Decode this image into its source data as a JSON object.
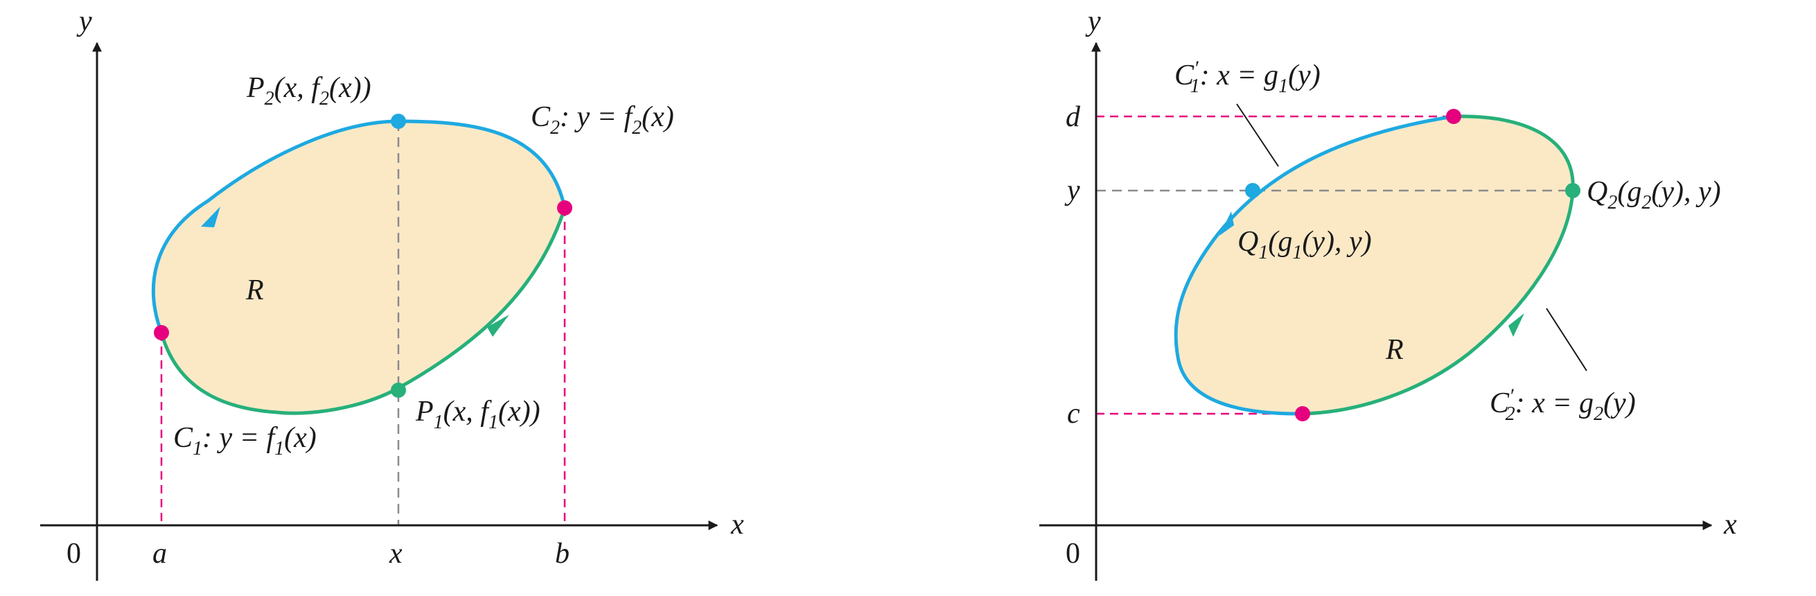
{
  "colors": {
    "region_fill": "#fbe9c6",
    "upper_curve": "#1ea9e1",
    "lower_curve": "#27b07a",
    "extreme_point": "#e6007e",
    "dashed_magenta": "#e6007e",
    "dashed_gray": "#8a8a8a",
    "axis": "#1a1a1a"
  },
  "left": {
    "axis_y": "y",
    "axis_x": "x",
    "origin": "0",
    "tick_a": "a",
    "tick_x": "x",
    "tick_b": "b",
    "region": "R",
    "p2": {
      "name": "P",
      "sub": "2",
      "args_pre": "(x, f",
      "args_sub": "2",
      "args_post": "(x))"
    },
    "p1": {
      "name": "P",
      "sub": "1",
      "args_pre": "(x, f",
      "args_sub": "1",
      "args_post": "(x))"
    },
    "c2": {
      "name": "C",
      "sub": "2",
      "eq_pre": ":  y = f",
      "eq_sub": "2",
      "eq_post": "(x)"
    },
    "c1": {
      "name": "C",
      "sub": "1",
      "eq_pre": ":  y = f",
      "eq_sub": "1",
      "eq_post": "(x)"
    }
  },
  "right": {
    "axis_y": "y",
    "axis_x": "x",
    "origin": "0",
    "tick_d": "d",
    "tick_y": "y",
    "tick_c": "c",
    "region": "R",
    "c1p": {
      "name": "C",
      "prime": "′",
      "sub": "1",
      "eq_pre": ":  x = g",
      "eq_sub": "1",
      "eq_post": "(y)"
    },
    "c2p": {
      "name": "C",
      "prime": "′",
      "sub": "2",
      "eq_pre": ":  x = g",
      "eq_sub": "2",
      "eq_post": "(y)"
    },
    "q1": {
      "name": "Q",
      "sub": "1",
      "args_pre": "(g",
      "args_sub": "1",
      "args_post": "(y), y)"
    },
    "q2": {
      "name": "Q",
      "sub": "2",
      "args_pre": "(g",
      "args_sub": "2",
      "args_post": "(y), y)"
    }
  }
}
